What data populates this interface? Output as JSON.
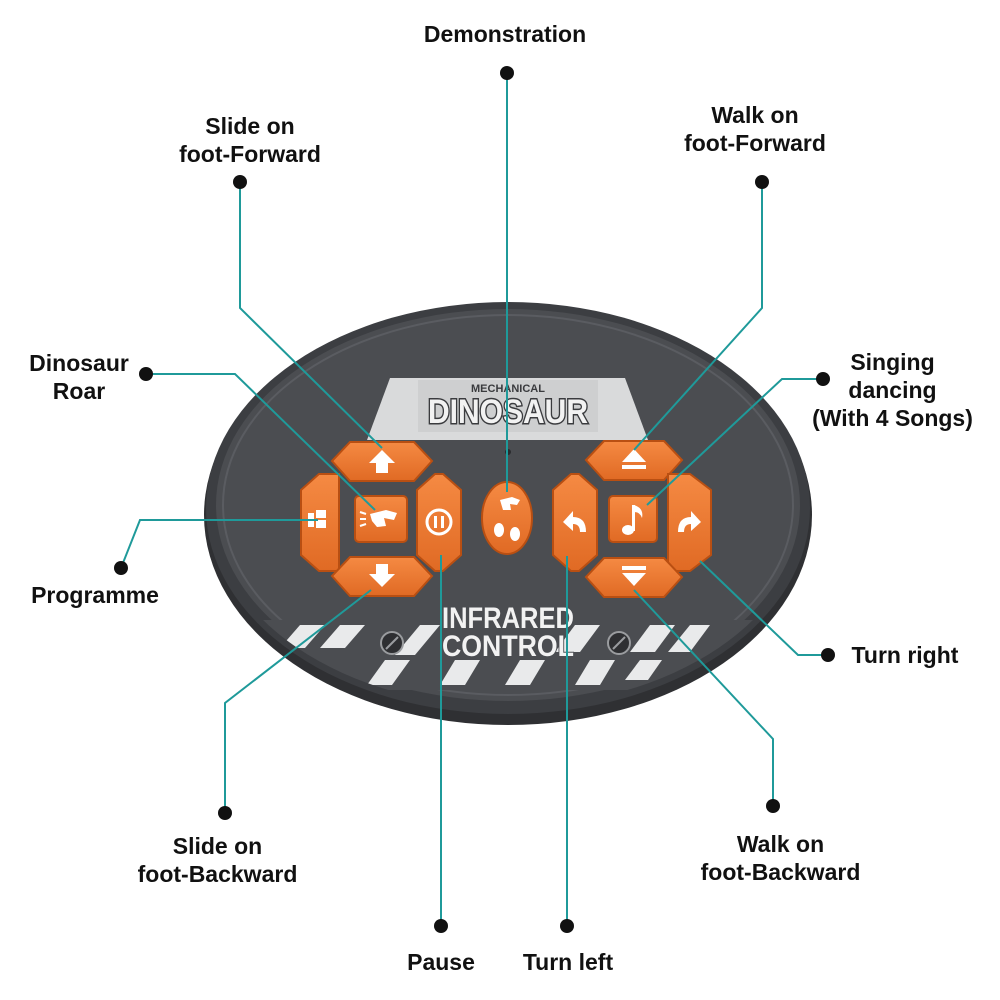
{
  "remote": {
    "brand_top": "MECHANICAL",
    "brand_main": "DINOSAUR",
    "footer_line1": "INFRARED",
    "footer_line2": "CONTROL"
  },
  "labels": {
    "demonstration": [
      "Demonstration"
    ],
    "slide_forward": [
      "Slide on",
      "foot-Forward"
    ],
    "walk_forward": [
      "Walk on",
      "foot-Forward"
    ],
    "dinosaur_roar": [
      "Dinosaur",
      "Roar"
    ],
    "singing": [
      "Singing",
      "dancing",
      "(With 4 Songs)"
    ],
    "programme": [
      "Programme"
    ],
    "turn_right": [
      "Turn right"
    ],
    "slide_backward": [
      "Slide on",
      "foot-Backward"
    ],
    "walk_backward": [
      "Walk on",
      "foot-Backward"
    ],
    "pause": [
      "Pause"
    ],
    "turn_left": [
      "Turn left"
    ]
  },
  "colors": {
    "button_orange": "#f07b35",
    "button_orange_dark": "#c95a18",
    "remote_body": "#4b4d51",
    "remote_rim": "#3c3e42",
    "callout_line": "#1f9a9a"
  },
  "icons": {
    "up": "arrow-up-icon",
    "down": "arrow-down-icon",
    "programme": "programme-icon",
    "roar": "dinosaur-roar-icon",
    "pause": "pause-icon",
    "demo": "demonstration-icon",
    "turn_left": "turn-left-icon",
    "music": "music-note-icon",
    "turn_right": "turn-right-icon",
    "walk_forward": "eject-up-icon",
    "walk_backward": "eject-down-icon",
    "screw": "screw-icon"
  }
}
